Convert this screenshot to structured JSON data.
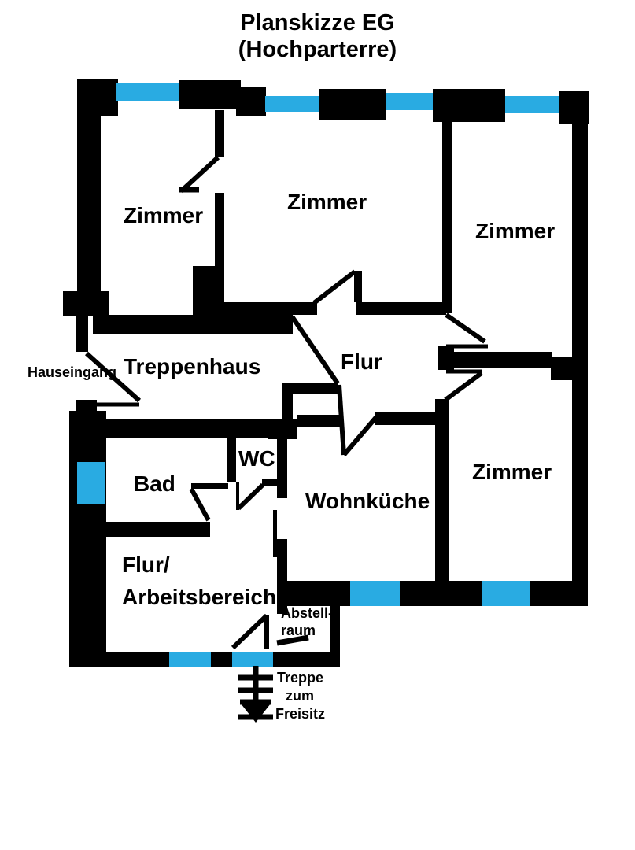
{
  "title": {
    "line1": "Planskizze EG",
    "line2": "(Hochparterre)"
  },
  "rooms": {
    "zimmer_top_left": "Zimmer",
    "zimmer_top_middle": "Zimmer",
    "zimmer_top_right": "Zimmer",
    "zimmer_bottom_right": "Zimmer",
    "treppenhaus": "Treppenhaus",
    "flur": "Flur",
    "bad": "Bad",
    "wc": "WC",
    "wohnkueche": "Wohnküche",
    "flur_arbeitsbereich_line1": "Flur/",
    "flur_arbeitsbereich_line2": "Arbeitsbereich",
    "abstellraum_line1": "Abstell-",
    "abstellraum_line2": "raum"
  },
  "annotations": {
    "hauseingang": "Hauseingang",
    "treppe_line1": "Treppe",
    "treppe_line2": "zum",
    "treppe_line3": "Freisitz"
  },
  "colors": {
    "wall": "#000000",
    "window": "#29ABE2",
    "background": "#FFFFFF"
  }
}
